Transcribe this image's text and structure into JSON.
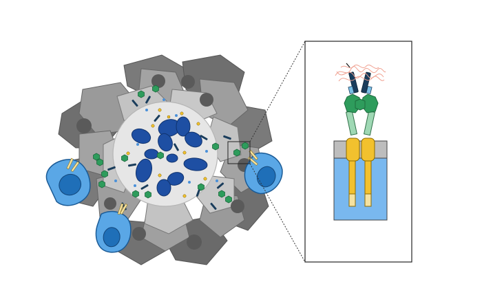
{
  "figure": {
    "background": "#ffffff",
    "colors": {
      "cell_dark": "#6f6f6f",
      "cell_mid": "#9a9a9a",
      "cell_light": "#c3c3c3",
      "cell_nucleus": "#5a5a5a",
      "core": "#e4e4e4",
      "blob": "#1e4fa3",
      "green_protein": "#2e9c5c",
      "yellow_receptor": "#f2c12e",
      "receptor_stem": "#f5e2a0",
      "navy_ligand": "#1a3d5c",
      "immune_cell_outer": "#5aa7e6",
      "immune_cell_nucleus": "#1f6fb8",
      "inset_membrane_grey": "#bdbdbd",
      "inset_cell_blue": "#79b8ef",
      "pink_coil": "#f0a090"
    },
    "components": [
      {
        "name": "tumor-cell-cluster",
        "icon": "grey-cell-mass"
      },
      {
        "name": "necrotic-core",
        "icon": "pale-circle"
      },
      {
        "name": "dark-blue-bodies",
        "icon": "blue-oval"
      },
      {
        "name": "immune-cell",
        "icon": "blue-cell-with-nucleus"
      },
      {
        "name": "zoom-box",
        "icon": "dashed-rectangle"
      },
      {
        "name": "inset-panel",
        "icon": "receptor-binding-closeup"
      }
    ]
  }
}
